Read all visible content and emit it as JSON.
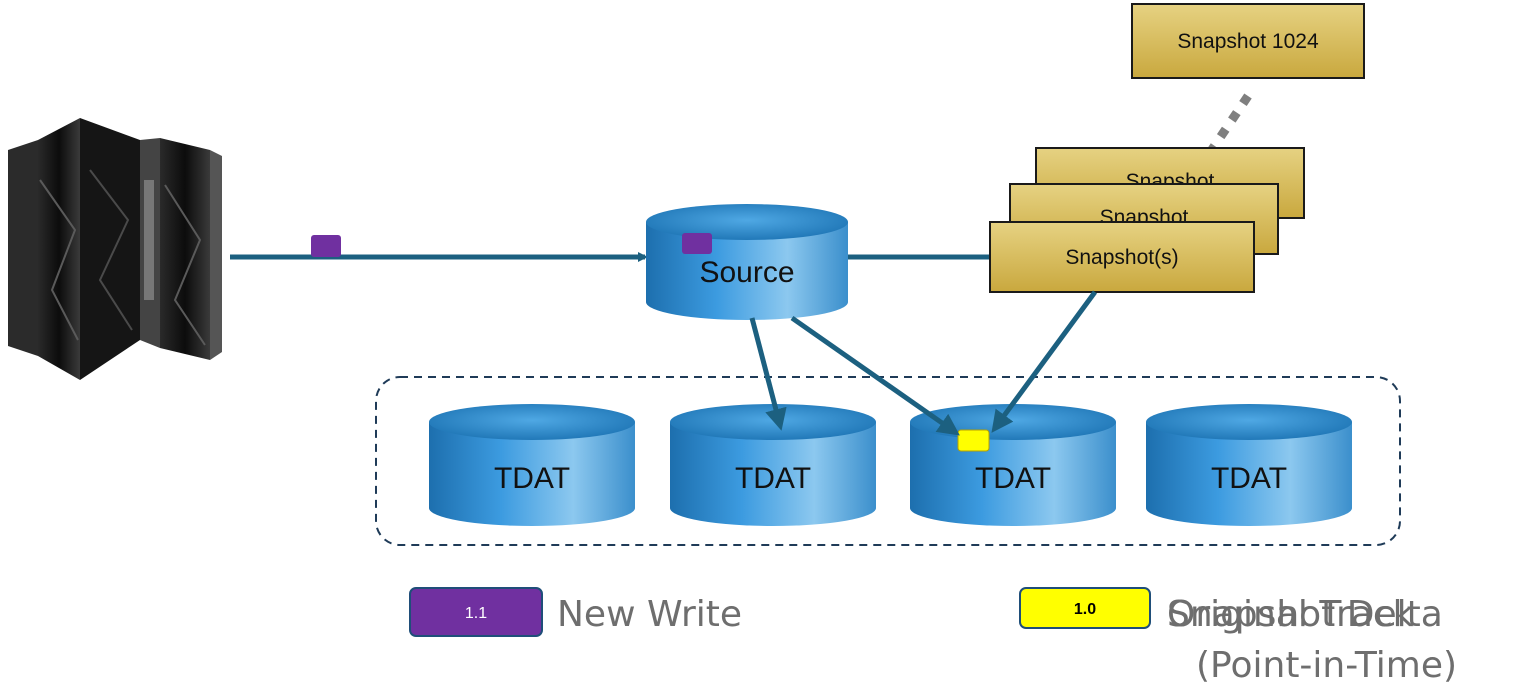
{
  "snapshots": {
    "top": "Snapshot 1024",
    "back1": "Snapshot",
    "back2": "Snapshot",
    "front": "Snapshot(s)"
  },
  "source": {
    "label": "Source"
  },
  "tdats": [
    "TDAT",
    "TDAT",
    "TDAT",
    "TDAT"
  ],
  "legend": {
    "new_write": {
      "badge": "1.1",
      "label": "New Write",
      "color": "#7030a0"
    },
    "original": {
      "badge": "1.0",
      "label_a": "Original Track",
      "label_b": "Snapshot Delta",
      "label_line2": "(Point-in-Time)",
      "color": "#ffff00"
    }
  },
  "colors": {
    "arrow": "#1c6080",
    "cylinder": "#2f8fcf",
    "snapshot_fill": "#d9c062",
    "write_block": "#7030a0",
    "track_block": "#ffff00"
  }
}
